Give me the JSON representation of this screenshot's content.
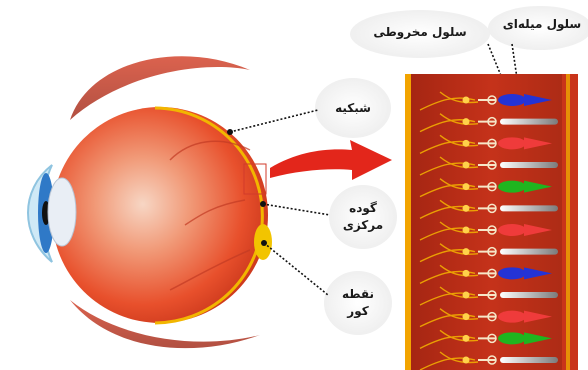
{
  "labels": {
    "retina": "شبکیه",
    "fovea_line1": "گوده",
    "fovea_line2": "مرکزی",
    "blind_spot_line1": "نقطه",
    "blind_spot_line2": "کور",
    "cone_cell": "سلول مخروطی",
    "rod_cell": "سلول میله‌ای"
  },
  "colors": {
    "eyeball": "#e8502c",
    "retina_tissue": "#b52a12",
    "arrow": "#e3261b",
    "cone_blue": "#2433d6",
    "cone_green": "#1fb51f",
    "cone_red": "#ef3b3b",
    "nerve_fibers": "#f4b400",
    "rod": "#bdbdbd"
  },
  "cells_top_to_bottom": [
    "cone_blue",
    "rod",
    "cone_red",
    "rod",
    "cone_green",
    "rod",
    "cone_red",
    "rod",
    "cone_blue",
    "rod",
    "cone_red",
    "cone_green",
    "rod"
  ]
}
